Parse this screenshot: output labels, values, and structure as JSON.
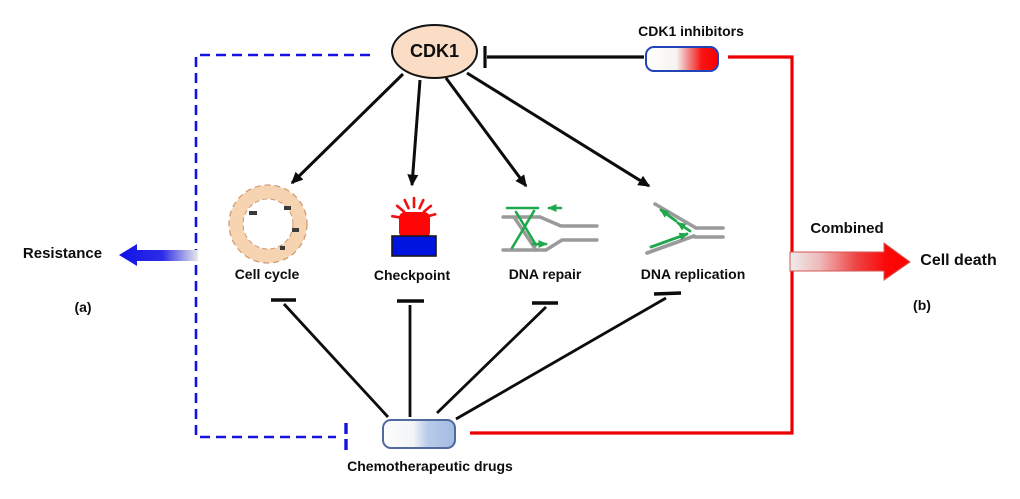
{
  "figure": {
    "panel_a": "(a)",
    "panel_b": "(b)"
  },
  "nodes": {
    "cdk1": "CDK1",
    "cdk1_inhibitors": "CDK1 inhibitors",
    "chemo_drugs": "Chemotherapeutic drugs"
  },
  "targets": [
    {
      "label": "Cell cycle",
      "icon": "cell-cycle-ring-icon"
    },
    {
      "label": "Checkpoint",
      "icon": "checkpoint-beacon-icon"
    },
    {
      "label": "DNA repair",
      "icon": "dna-repair-icon"
    },
    {
      "label": "DNA replication",
      "icon": "dna-replication-fork-icon"
    }
  ],
  "outcomes": {
    "resistance": "Resistance",
    "combined": "Combined",
    "cell_death": "Cell death"
  },
  "colors": {
    "inhibitor_red": "#ff0000",
    "drug_blue": "#a9c3e6",
    "resistance_blue": "#1212e8",
    "cell_death_red": "#ff0000",
    "dashed_inhibition_blue": "#1414e0",
    "combined_path_red": "#ee0000",
    "dna_gray": "#9a9a9a",
    "dna_green": "#1fa84c",
    "cdk1_fill": "#fbdcc4",
    "checkpoint_lamp_red": "#fe0606",
    "checkpoint_base_blue": "#0014e0",
    "cell_cycle_ring_peach": "#f6d3b1"
  }
}
